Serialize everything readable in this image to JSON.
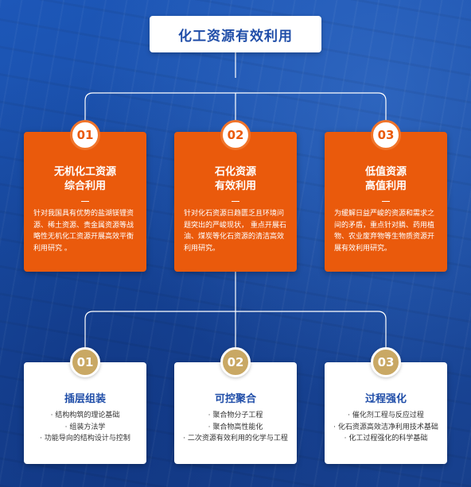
{
  "title": "化工资源有效利用",
  "top_cards": [
    {
      "number": "01",
      "title_line1": "无机化工资源",
      "title_line2": "综合利用",
      "description": "针对我国具有优势的盐湖镁锂资源、稀土资源、贵金属资源等战略性无机化工资源开展高效平衡利用研究 。"
    },
    {
      "number": "02",
      "title_line1": "石化资源",
      "title_line2": "有效利用",
      "description": "针对化石资源日趋匮乏且环境问题突出的严峻现状， 重点开展石油、煤炭等化石资源的清洁高效利用研究。"
    },
    {
      "number": "03",
      "title_line1": "低值资源",
      "title_line2": "高值利用",
      "description": "为缓解日益严峻的资源和需求之间的矛盾，重点针对膦、药用植物、农业废弃物等生物质资源开展有效利用研究。"
    }
  ],
  "bottom_cards": [
    {
      "number": "01",
      "title": "插层组装",
      "items": [
        "· 结构构筑的理论基础",
        "· 组装方法学",
        "· 功能导向的结构设计与控制"
      ]
    },
    {
      "number": "02",
      "title": "可控聚合",
      "items": [
        "· 聚合物分子工程",
        "· 聚合物高性能化",
        "· 二次资源有效利用的化学与工程"
      ]
    },
    {
      "number": "03",
      "title": "过程强化",
      "items": [
        "· 催化剂工程与反应过程",
        "· 化石资源高效洁净利用技术基础",
        "· 化工过程强化的科学基础"
      ]
    }
  ]
}
